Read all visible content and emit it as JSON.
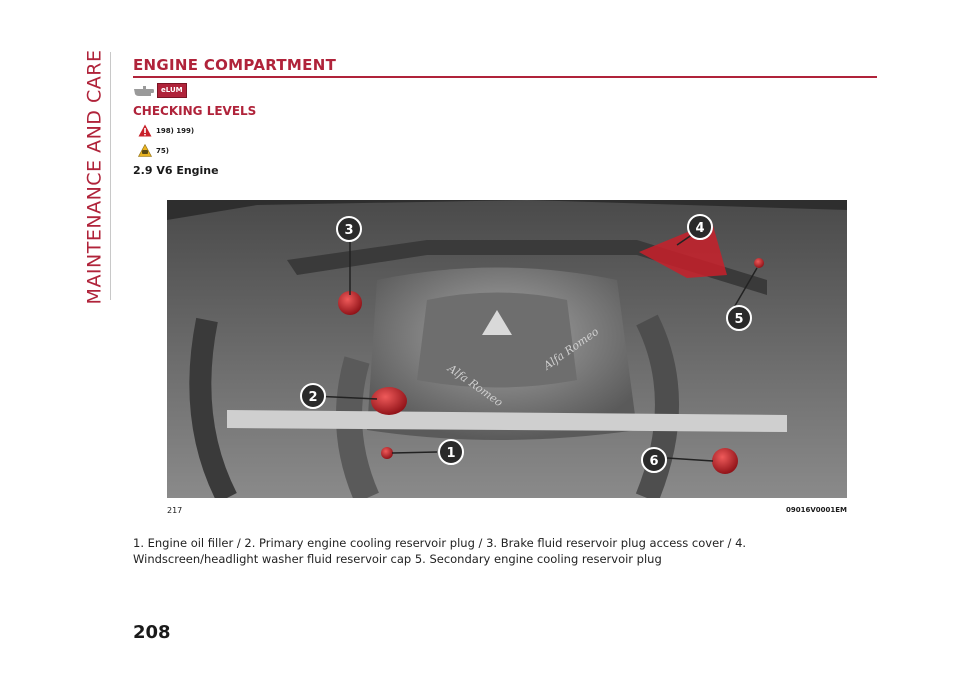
{
  "side_tab": "MAINTENANCE AND CARE",
  "title": "ENGINE COMPARTMENT",
  "elum_badge": "eLUM",
  "subtitle": "CHECKING LEVELS",
  "warnings": {
    "danger_refs": "198) 199)",
    "caution_refs": "75)"
  },
  "engine_label": "2.9 V6 Engine",
  "figure": {
    "callouts": [
      "1",
      "2",
      "3",
      "4",
      "5",
      "6"
    ],
    "brand_script": "Alfa Romeo",
    "number": "217",
    "code": "09016V0001EM"
  },
  "caption": "1. Engine oil filler / 2. Primary engine cooling reservoir plug / 3. Brake fluid reservoir plug access cover / 4. Windscreen/headlight washer fluid reservoir cap 5. Secondary engine cooling reservoir plug",
  "page_number": "208",
  "colors": {
    "accent": "#b0233a",
    "callout": "#2a2a2a",
    "cap_red": "#c8202a"
  }
}
